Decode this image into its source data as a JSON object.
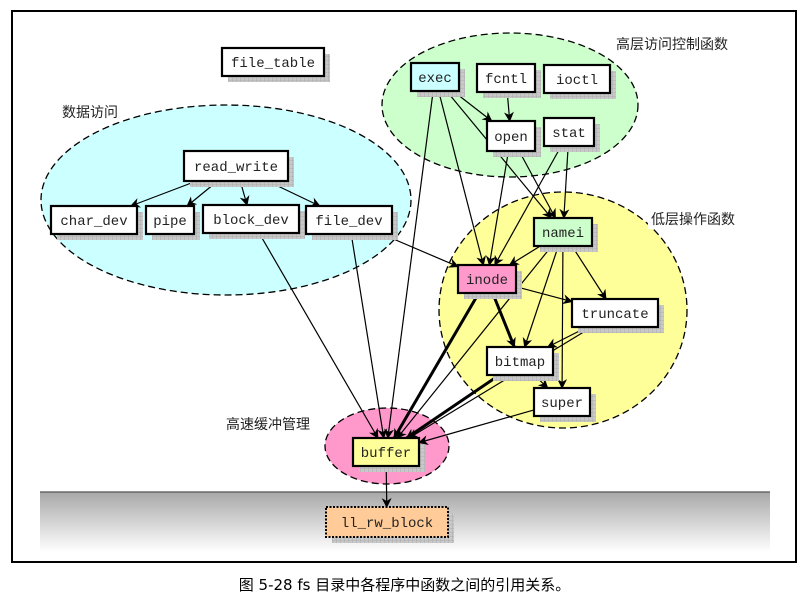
{
  "caption": "图 5-28 fs 目录中各程序中函数之间的引用关系。",
  "groups": {
    "data_access": {
      "label": "数据访问",
      "fill": "#ccffff"
    },
    "high_level": {
      "label": "高层访问控制函数",
      "fill": "#ccffcc"
    },
    "low_level": {
      "label": "低层操作函数",
      "fill": "#ffff99"
    },
    "buffer_mgmt": {
      "label": "高速缓冲管理",
      "fill": "#ff99cc"
    }
  },
  "nodes": {
    "file_table": {
      "label": "file_table",
      "fill": "#ffffff"
    },
    "read_write": {
      "label": "read_write",
      "fill": "#ffffff"
    },
    "char_dev": {
      "label": "char_dev",
      "fill": "#ffffff"
    },
    "pipe": {
      "label": "pipe",
      "fill": "#ffffff"
    },
    "block_dev": {
      "label": "block_dev",
      "fill": "#ffffff"
    },
    "file_dev": {
      "label": "file_dev",
      "fill": "#ffffff"
    },
    "exec": {
      "label": "exec",
      "fill": "#ccffff"
    },
    "fcntl": {
      "label": "fcntl",
      "fill": "#ffffff"
    },
    "ioctl": {
      "label": "ioctl",
      "fill": "#ffffff"
    },
    "open": {
      "label": "open",
      "fill": "#ffffff"
    },
    "stat": {
      "label": "stat",
      "fill": "#ffffff"
    },
    "namei": {
      "label": "namei",
      "fill": "#ccffcc"
    },
    "inode": {
      "label": "inode",
      "fill": "#ff99cc"
    },
    "truncate": {
      "label": "truncate",
      "fill": "#ffffff"
    },
    "bitmap": {
      "label": "bitmap",
      "fill": "#ffffff"
    },
    "super": {
      "label": "super",
      "fill": "#ffffff"
    },
    "buffer": {
      "label": "buffer",
      "fill": "#ffff99"
    },
    "ll_rw_block": {
      "label": "ll_rw_block",
      "fill": "#ffcc99"
    }
  },
  "edges": [
    [
      "read_write",
      "char_dev"
    ],
    [
      "read_write",
      "pipe"
    ],
    [
      "read_write",
      "block_dev"
    ],
    [
      "read_write",
      "file_dev"
    ],
    [
      "fcntl",
      "open"
    ],
    [
      "exec",
      "open"
    ],
    [
      "exec",
      "namei"
    ],
    [
      "exec",
      "inode"
    ],
    [
      "exec",
      "buffer"
    ],
    [
      "open",
      "namei"
    ],
    [
      "open",
      "inode"
    ],
    [
      "stat",
      "namei"
    ],
    [
      "stat",
      "inode"
    ],
    [
      "file_dev",
      "inode"
    ],
    [
      "file_dev",
      "buffer"
    ],
    [
      "block_dev",
      "buffer"
    ],
    [
      "namei",
      "inode"
    ],
    [
      "namei",
      "truncate"
    ],
    [
      "namei",
      "bitmap"
    ],
    [
      "namei",
      "super"
    ],
    [
      "namei",
      "buffer"
    ],
    [
      "inode",
      "truncate"
    ],
    [
      "inode",
      "bitmap",
      "bold"
    ],
    [
      "inode",
      "buffer",
      "bold"
    ],
    [
      "truncate",
      "bitmap"
    ],
    [
      "truncate",
      "buffer"
    ],
    [
      "bitmap",
      "super"
    ],
    [
      "bitmap",
      "buffer",
      "bold"
    ],
    [
      "super",
      "buffer"
    ],
    [
      "buffer",
      "ll_rw_block"
    ]
  ]
}
